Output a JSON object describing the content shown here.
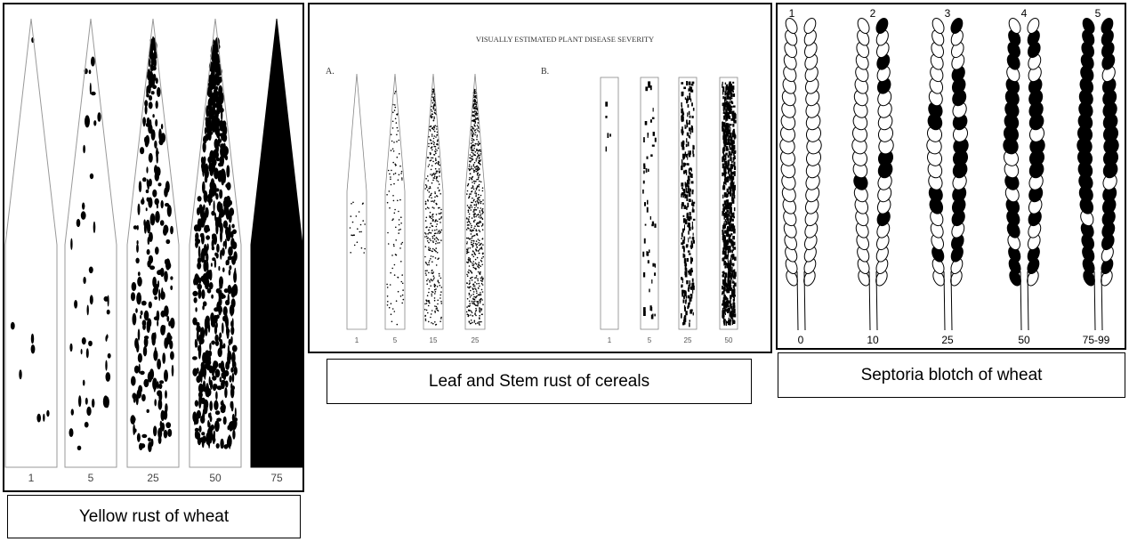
{
  "panels": [
    {
      "key": "yellow",
      "caption": "Yellow rust of wheat",
      "scale": [
        "1",
        "5",
        "25",
        "50",
        "75"
      ],
      "fill": "#000000"
    },
    {
      "key": "leafstem",
      "caption": "Leaf and Stem rust of cereals",
      "heading": "VISUALLY ESTIMATED PLANT DISEASE SEVERITY",
      "group_a": {
        "label": "A.",
        "scale": [
          "1",
          "5",
          "15",
          "25"
        ]
      },
      "group_b": {
        "label": "B.",
        "scale": [
          "1",
          "5",
          "25",
          "50"
        ]
      }
    },
    {
      "key": "septoria",
      "caption": "Septoria blotch of wheat",
      "top_labels": [
        "1",
        "2",
        "3",
        "4",
        "5"
      ],
      "bottom_labels": [
        "0",
        "10",
        "25",
        "50",
        "75-99"
      ]
    }
  ]
}
